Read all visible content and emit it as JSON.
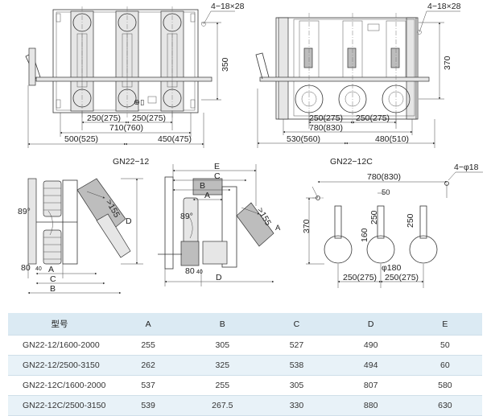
{
  "labels": {
    "hole_spec_left": "4−18×28",
    "hole_spec_right": "4−18×28",
    "hole_spec_plan": "4−φ18",
    "model_gn22_12": "GN22−12",
    "model_gn22_12c": "GN22−12C",
    "dim_350": "350",
    "dim_370_top": "370",
    "dim_250_275_a": "250(275)",
    "dim_250_275_b": "250(275)",
    "dim_710_760": "710(760)",
    "dim_500_525": "500(525)",
    "dim_450_475": "450(475)",
    "dim_250_275_c": "250(275)",
    "dim_250_275_d": "250(275)",
    "dim_780_830_top": "780(830)",
    "dim_530_560": "530(560)",
    "dim_480_510": "480(510)",
    "angle_89_left": "89°",
    "dim_155_left": ">155",
    "dim_80_left": "80",
    "dim_40_left": "40",
    "letter_a_left": "A",
    "letter_c_left": "C",
    "letter_b_left": "B",
    "letter_d_left": "D",
    "letter_e_mid": "E",
    "letter_c_mid": "C",
    "letter_b_mid": "B",
    "letter_a_mid": "A",
    "angle_89_mid": "89°",
    "dim_155_mid": ">155",
    "dim_80_mid": "80",
    "dim_40_mid": "40",
    "letter_d_mid": "D",
    "letter_a_side": "A",
    "dim_780_830_plan": "780(830)",
    "dim_370_plan": "370",
    "dim_50_plan": "50",
    "dim_250_plan_a": "250",
    "dim_250_plan_b": "250",
    "dim_160_plan": "160",
    "dim_180_plan": "φ180",
    "dim_250_275_plan_a": "250(275)",
    "dim_250_275_plan_b": "250(275)"
  },
  "table": {
    "headers": [
      "型号",
      "A",
      "B",
      "C",
      "D",
      "E"
    ],
    "rows": [
      [
        "GN22-12/1600-2000",
        "255",
        "305",
        "527",
        "490",
        "50"
      ],
      [
        "GN22-12/2500-3150",
        "262",
        "325",
        "538",
        "494",
        "60"
      ],
      [
        "GN22-12C/1600-2000",
        "537",
        "255",
        "305",
        "807",
        "580"
      ],
      [
        "GN22-12C/2500-3150",
        "539",
        "267.5",
        "330",
        "880",
        "630"
      ]
    ]
  }
}
